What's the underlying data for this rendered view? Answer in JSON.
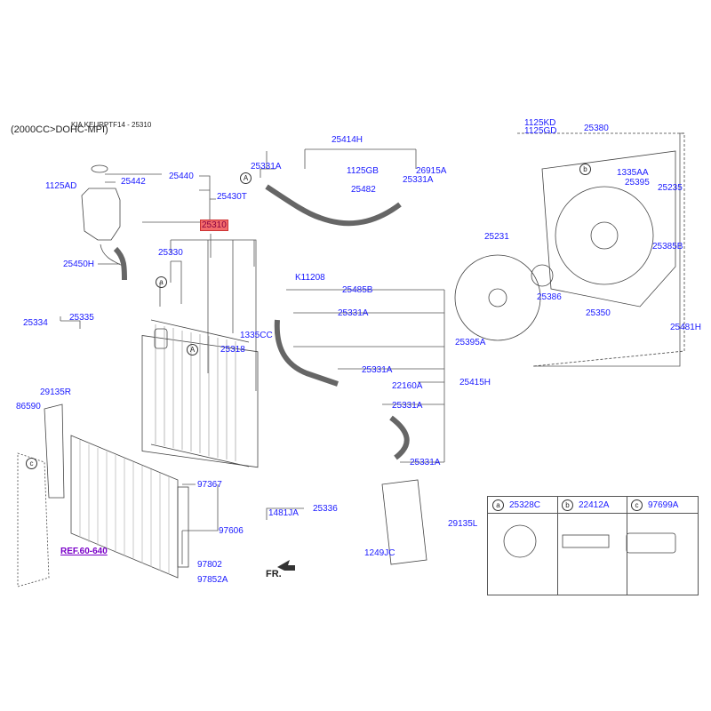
{
  "header": {
    "title": "(2000CC>DOHC-MPI)",
    "subtitle": "KIA KEURPTF14 - 25310"
  },
  "labels": {
    "l25414H": "25414H",
    "l1125KD": "1125KD",
    "l1125GD": "1125GD",
    "l25380": "25380",
    "l25331A_1": "25331A",
    "l1125GB": "1125GB",
    "l26915A": "26915A",
    "l25331A_2": "25331A",
    "l25482": "25482",
    "l25440": "25440",
    "l25442": "25442",
    "l1125AD": "1125AD",
    "l25430T": "25430T",
    "l1335AA": "1335AA",
    "l25395": "25395",
    "l25235": "25235",
    "l25310": "25310",
    "l25231": "25231",
    "l25385B": "25385B",
    "l25330": "25330",
    "l25450H": "25450H",
    "lK11208": "K11208",
    "l25485B": "25485B",
    "l25386": "25386",
    "l25350": "25350",
    "l25481H": "25481H",
    "l25334": "25334",
    "l25335": "25335",
    "l25331A_3": "25331A",
    "l1335CC": "1335CC",
    "l25395A": "25395A",
    "l25318": "25318",
    "l25331A_4": "25331A",
    "l25415H": "25415H",
    "l22160A": "22160A",
    "l29135R": "29135R",
    "l25331A_5": "25331A",
    "l86590": "86590",
    "l25331A_6": "25331A",
    "l97367": "97367",
    "l25336": "25336",
    "l1481JA": "1481JA",
    "l29135L": "29135L",
    "l97606": "97606",
    "lREF": "REF.60-640",
    "l1249JC": "1249JC",
    "l97802": "97802",
    "lFR": "FR.",
    "l97852A": "97852A"
  },
  "markers": {
    "A": "A",
    "a": "a",
    "b": "b",
    "c": "c"
  },
  "legend_table": [
    {
      "marker": "a",
      "part": "25328C"
    },
    {
      "marker": "b",
      "part": "22412A"
    },
    {
      "marker": "c",
      "part": "97699A"
    }
  ]
}
